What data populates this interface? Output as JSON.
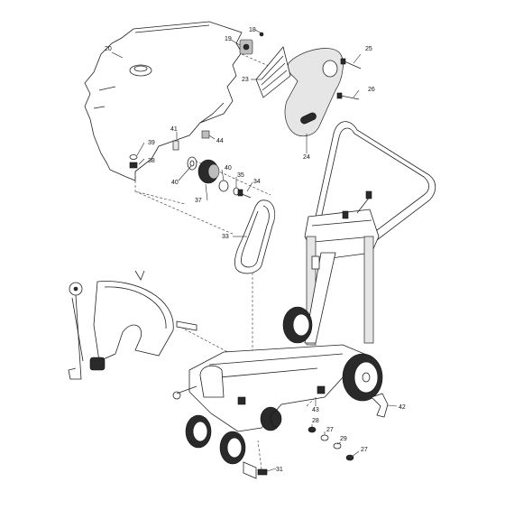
{
  "callouts": [
    {
      "id": "c18",
      "text": "18"
    },
    {
      "id": "c19",
      "text": "19"
    },
    {
      "id": "c20",
      "text": "20"
    },
    {
      "id": "c23",
      "text": "23"
    },
    {
      "id": "c24",
      "text": "24"
    },
    {
      "id": "c25",
      "text": "25"
    },
    {
      "id": "c26",
      "text": "26"
    },
    {
      "id": "c27a",
      "text": "27"
    },
    {
      "id": "c27b",
      "text": "27"
    },
    {
      "id": "c28",
      "text": "28"
    },
    {
      "id": "c29",
      "text": "29"
    },
    {
      "id": "c31",
      "text": "31"
    },
    {
      "id": "c33",
      "text": "33"
    },
    {
      "id": "c34",
      "text": "34"
    },
    {
      "id": "c35",
      "text": "35"
    },
    {
      "id": "c37",
      "text": "37"
    },
    {
      "id": "c38",
      "text": "38"
    },
    {
      "id": "c39",
      "text": "39"
    },
    {
      "id": "c40a",
      "text": "40"
    },
    {
      "id": "c40b",
      "text": "40"
    },
    {
      "id": "c41",
      "text": "41"
    },
    {
      "id": "c42",
      "text": "42"
    },
    {
      "id": "c43",
      "text": "43"
    },
    {
      "id": "c44",
      "text": "44"
    }
  ]
}
